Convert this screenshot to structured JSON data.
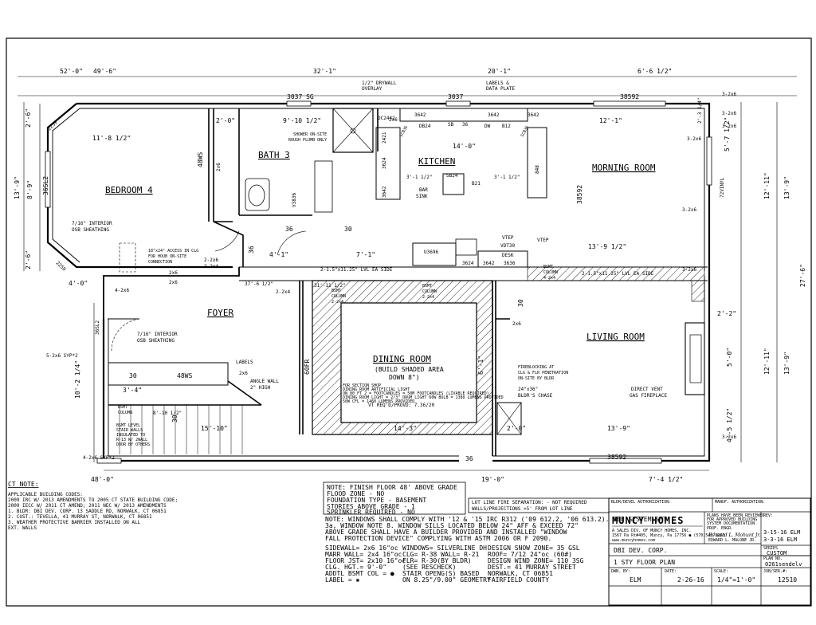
{
  "rooms": {
    "bedroom": "BEDROOM 4",
    "bath": "BATH 3",
    "kitchen": "KITCHEN",
    "morning": "MORNING ROOM",
    "foyer": "FOYER",
    "dining": "DINING ROOM",
    "dining_sub1": "(BUILD SHADED AREA",
    "dining_sub2": "DOWN 8\")",
    "living": "LIVING ROOM"
  },
  "dims_top": [
    "52'-0\"",
    "49'-6\"",
    "32'-1\"",
    "20'-1\"",
    "6'-6 1/2\""
  ],
  "dims_bottom": [
    "48'-0\"",
    "19'-0\"",
    "7'-4 1/2\""
  ],
  "dims_left": [
    "2'-6\"",
    "13'-9\"",
    "8'-9\"",
    "2'-6\"",
    "36SL2",
    "10'-2 1/4\""
  ],
  "dims_right": [
    "2'-3 1/4\"",
    "5'-7 1/2\"",
    "13'-9\"",
    "12'-11\"",
    "27'-6\"",
    "2'-2\"",
    "5'-0\"",
    "12'-11\"",
    "13'-9\"",
    "4'-5 1/2\""
  ],
  "interior_dims": [
    "11'-8 1/2\"",
    "2'-0\"",
    "9'-10 1/2\"",
    "14'-0\"",
    "12'-1\"",
    "3'-1 1/2\"",
    "3'-1 1/2\"",
    "4'-1\"",
    "7'-1\"",
    "13'-9 1/2\"",
    "4'-0\"",
    "37'-6 1/2\"",
    "3'-4\"",
    "15'-10\"",
    "14'-3\"",
    "2'-0\"",
    "13'-9\"",
    "8'-10 1/2\"",
    "31'-11 1/2\"",
    "6'-1\""
  ],
  "windows": [
    "3037 SG",
    "3037",
    "38592",
    "38592",
    "3642",
    "3642",
    "3642",
    "38592",
    "2259",
    "2259",
    "36SL2"
  ],
  "notes": {
    "drywall": [
      "1/2\" DRYWALL",
      "OVERLAY"
    ],
    "labels_plate": [
      "LABELS &",
      "DATA PLATE"
    ],
    "shower": [
      "SHOWER ON-SITE",
      "ROUGH PLUMB ONLY"
    ],
    "osb1": [
      "7/16\" INTERIOR",
      "OSB SHEATHING"
    ],
    "osb2": [
      "7/16\" INTERIOR",
      "OSB SHEATHING"
    ],
    "access": [
      "18\"x24\" ACCESS IN CLG",
      "FOR HOUB ON-SITE",
      "CONNECTION"
    ],
    "lvl_left": "2-1.5\"x11.25\" LVL EA SIDE",
    "lvl_right": "2-1.5\"x11.25\" LVL EA SIDE",
    "bsmt_col1": [
      "BSMT",
      "COLUMN",
      "2-2x4"
    ],
    "bsmt_col2": [
      "BSMT",
      "COLUMN",
      "2-2x4"
    ],
    "bsmt_col3": [
      "BSMT",
      "COLUMN",
      "4-2x4"
    ],
    "bsmt_col4": [
      "BSMT",
      "COLUMN"
    ],
    "labels": "LABELS",
    "angle_wall": [
      "ANGLE WALL",
      "2\" HIGH"
    ],
    "fireblocking": [
      "FIREBLOCKING AT",
      "CLG & FLR PENETRATION",
      "ON-SITE BY BLDR"
    ],
    "chase": [
      "24\"x36\"",
      "BLDR'S CHASE"
    ],
    "fireplace": [
      "DIRECT VENT",
      "GAS FIREPLACE"
    ],
    "vt_req": "VT REQ'D/PROVD: 7.36/20",
    "vinyl": "72VINYL",
    "stair": [
      "BSMT LEVEL",
      "STAIR WALLS",
      "INSULATED TO",
      "R-13 W/ 2WALL",
      "DOOR BY OTHERS"
    ],
    "bsmt_section": [
      "FOR SECTION SHOP",
      "DINING ROOM ARTIFICIAL LIGHT",
      "ON 80 FT 2 = FOOTCANDLES = 50M FOOTCANDLES (LIVABLE REQUIRED)",
      "DINING ROOM LIGHT = 2/3\" DRUM LIGHT 60W BULB = 1380 LUMENS PROVIDED",
      "50W CFL = 1460 LUMENS PROVIDED"
    ],
    "tvep1": "VTEP",
    "tvep2": "VTEP",
    "vdt30": "VDT30",
    "desk": "DESK",
    "bar_sink": [
      "BAR",
      "SINK"
    ],
    "lbl_5_2x6": "5-2x6 SYP*2",
    "lbl_4_2x6b": "4-2x6 SYP*2",
    "lbl_4_2x6": "4-2x6",
    "lbl_2_2x6": "2-2x6",
    "lbl_2_2x4": "2-2x4",
    "lbl_2_2x4b": "2-2x4",
    "lbl_2x6": "2x6",
    "lbl_3_2x6a": "3-2x6",
    "lbl_3_2x6b": "3-2x6",
    "lbl_3_2x6c": "3-2x6",
    "lbl_3_2x6d": "3-2x6",
    "lbl_3_2x6e": "3-2x6",
    "lbl_3_2x6f": "3-2x6",
    "lbl_3_2x6g": "3-2x6"
  },
  "fixtures": [
    "DC2442",
    "DB24",
    "SB",
    "36",
    "DW",
    "B12",
    "SCB36",
    "SCB36",
    "2421",
    "3624",
    "3642",
    "848",
    "V3836",
    "3642",
    "3636",
    "3624",
    "SB24",
    "B21",
    "U3696",
    "48WS",
    "48WS",
    "30",
    "36",
    "30",
    "36",
    "30",
    "36",
    "60FR",
    "30",
    "2x6",
    "2x6",
    "2x6",
    "2x6",
    "2x6"
  ],
  "ct_note": {
    "title": "CT NOTE:",
    "lines": [
      "APPLICABLE BUILDING CODES:",
      "2009 IRC W/ 2013 AMENDMENTS TO 2005 CT STATE BUILDING CODE;",
      "2009 IECC W/ 2011 CT AMEND; 2011 NEC W/ 2013 AMENDMENTS",
      "1. BLDR: DBI DEV. CORP. 13 SADDLE RD, NORWALK, CT 06851",
      "2. CUST.: TEVELLA, 41 MURRAY ST, NORWALK, CT 06851",
      "3. WEATHER PROTECTIVE BARRIER INSTALLED ON ALL",
      "   EXT. WALLS"
    ]
  },
  "note_box": [
    "NOTE: FINISH FLOOR 48' ABOVE GRADE",
    "FLOOD ZONE - NO",
    "FOUNDATION TYPE - BASEMENT",
    "STORIES ABOVE GRADE - 1",
    "SPRINKLER REQUIRED - NO"
  ],
  "lot_line": [
    "LOT LINE FIRE SEPARATION: - NOT REQUIRED",
    "WALLS/PROJECTIONS >5' FROM LOT LINE"
  ],
  "window_note": [
    "NOTE: WINDOWS SHALL COMPLY WITH '12 & '15 IRC R312 ('09 612.2, '06 613.2). SEE SYSTEM SHT",
    "3a, WINDOW NOTE 8.  WINDOW SILLS LOCATED BELOW 24\" AFF & EXCEED 72\"",
    "ABOVE GRADE SHALL HAVE A BUILDER PROVIDED AND INSTALLED \"WINDOW",
    "FALL PROTECTION DEVICE\" COMPLYING WITH ASTM 2006 OR F 2090."
  ],
  "specs_col1": [
    "SIDEWALL= 2x6 16\"oc",
    "MARR WALL= 2x4 16\"oc",
    "FLOOR JST= 2x10 16\"oc",
    "CLG. HGT.= 9'-0\"",
    "ADDTL BSMT COL = ●",
    "LABEL = ▪"
  ],
  "specs_col2": [
    "WINDOWS= SILVERLINE DH",
    "CLG= R-38 WALL= R-21",
    "FLR= R-30(BY BLDR)",
    "(SEE RESCHECK)",
    "STAIR OPENG(S) BASED",
    "ON 8.25\"/9.00\" GEOMETRY"
  ],
  "specs_col3": [
    "DESIGN SNOW ZONE= 35 GSL",
    "ROOF= 7/12 24\"oc (60#)",
    "DESIGN WIND ZONE= 110 3SG",
    "DEST.= 41 MURRAY STREET",
    "NORWALK, CT  06851",
    "FAIRFIELD COUNTY"
  ],
  "title_block": {
    "bldr_auth": "BLDR/DEVEL AUTHORIZATION:",
    "manuf_auth": "MANUF. AUTHORIZATION:",
    "logo": "MUNCY HOMES",
    "company": [
      "A SALES DIV. OF MUNCY HOMES, INC.",
      "1567 Pa Rt#405, Muncy, Pa 17756 ● (570)546-2261",
      "www.muncyhomes.com"
    ],
    "prof_eng_note": [
      "PLANS HAVE BEEN REVIEWED",
      "FOR APPROVED BUILDING",
      "SYSTEM DOCUMENTATION"
    ],
    "prof_eng": "PROF. ENGR.",
    "signature": "Edward L. Mohunt Jr.",
    "signature_caption": "EDWARD L. MALONE JR.",
    "rev_label": "REV:",
    "revs": [
      "3-15-16 ELM",
      "3-3-16 ELM"
    ],
    "client": "DBI DEV. CORP.",
    "drawing": "1 STY FLOOR PLAN",
    "series_label": "SERIES",
    "series": "CUSTOM",
    "plan_label": "PLAN NO.",
    "plan": "0261sendelv",
    "dwn_by_label": "DWN. BY:",
    "dwn_by": "ELM",
    "date_label": "DATE:",
    "date": "2-26-16",
    "scale_label": "SCALE:",
    "scale": "1/4\"=1'-0\"",
    "job_label": "JOB/SER.#:",
    "job": "12510"
  }
}
